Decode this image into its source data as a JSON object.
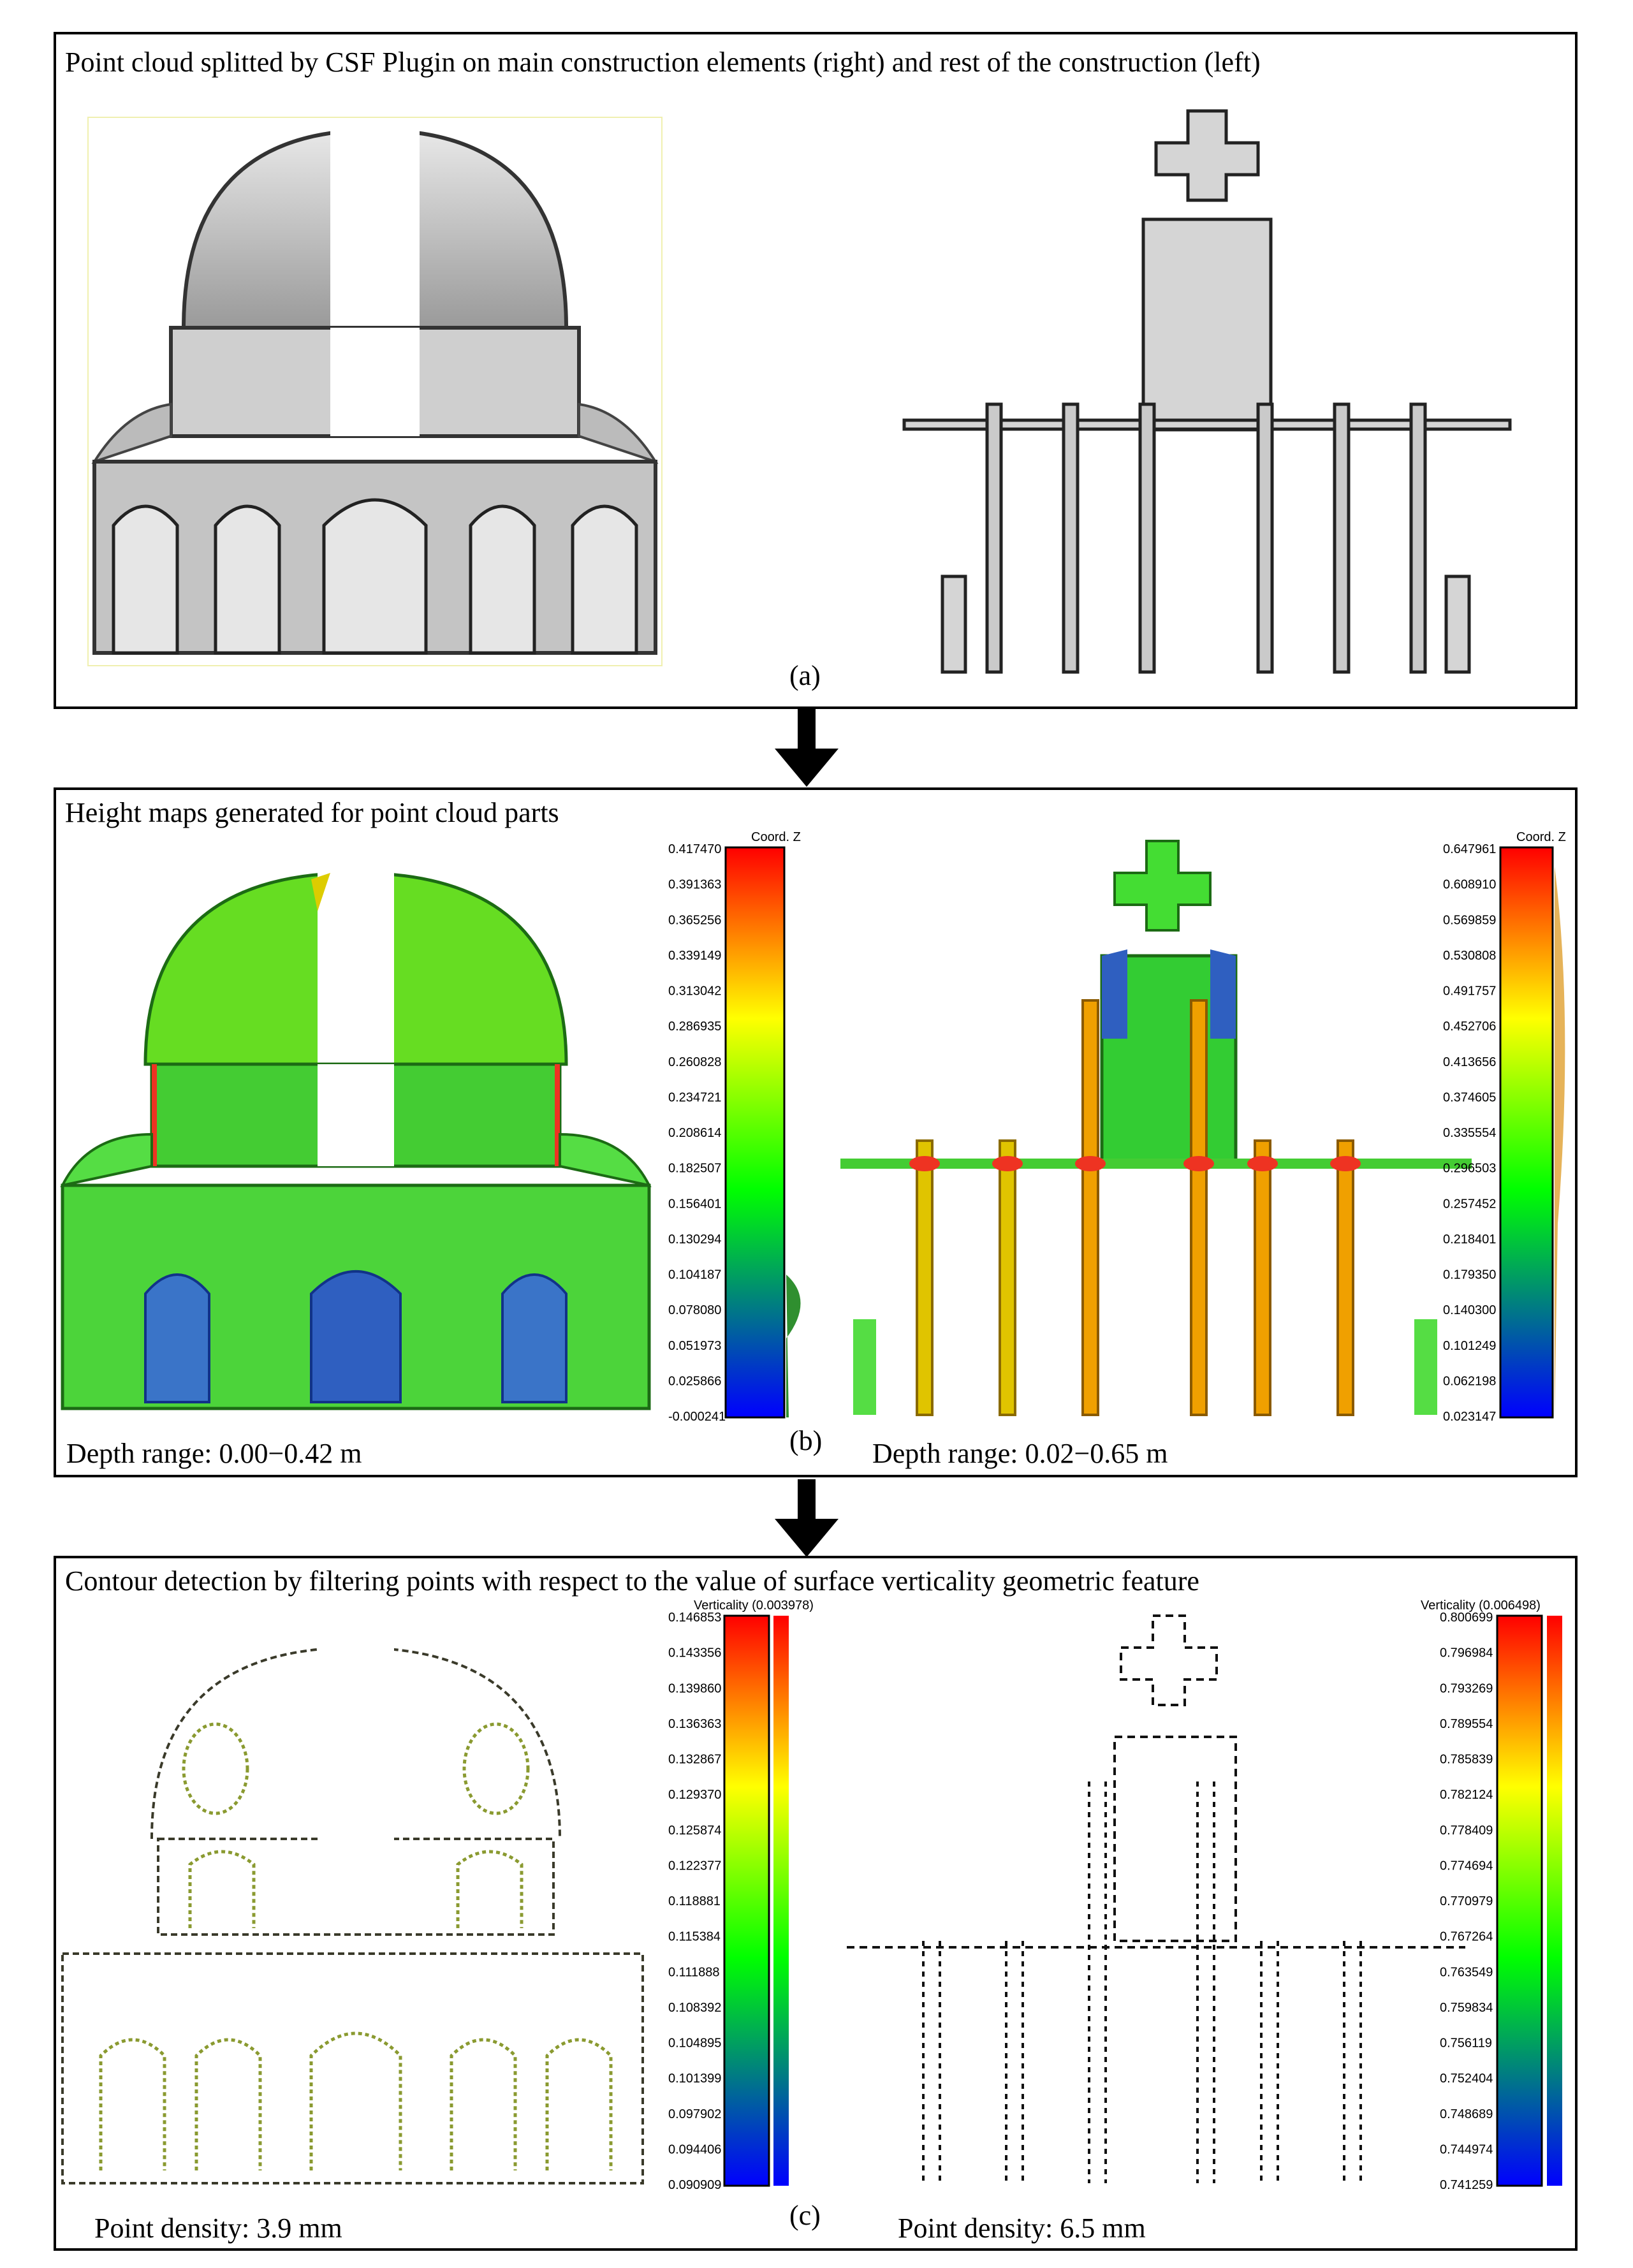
{
  "figure": {
    "panel_a": {
      "title": "Point cloud splitted by CSF Plugin on main construction elements (right) and rest of the construction (left)",
      "label": "(a)"
    },
    "panel_b": {
      "title": "Height maps generated for point cloud parts",
      "label": "(b)",
      "left_note": "Depth range: 0.00−0.42 m",
      "right_note": "Depth range: 0.02−0.65 m",
      "left_scale": {
        "title": "Coord. Z",
        "ticks": [
          "0.417470",
          "0.391363",
          "0.365256",
          "0.339149",
          "0.313042",
          "0.286935",
          "0.260828",
          "0.234721",
          "0.208614",
          "0.182507",
          "0.156401",
          "0.130294",
          "0.104187",
          "0.078080",
          "0.051973",
          "0.025866",
          "-0.000241"
        ]
      },
      "right_scale": {
        "title": "Coord. Z",
        "ticks": [
          "0.647961",
          "0.608910",
          "0.569859",
          "0.530808",
          "0.491757",
          "0.452706",
          "0.413656",
          "0.374605",
          "0.335554",
          "0.296503",
          "0.257452",
          "0.218401",
          "0.179350",
          "0.140300",
          "0.101249",
          "0.062198",
          "0.023147"
        ]
      }
    },
    "panel_c": {
      "title": "Contour detection by filtering points with respect to the value of surface verticality geometric feature",
      "label": "(c)",
      "left_note": "Point density: 3.9 mm",
      "right_note": "Point density: 6.5 mm",
      "left_scale": {
        "title": "Verticality (0.003978)",
        "ticks": [
          "0.146853",
          "0.143356",
          "0.139860",
          "0.136363",
          "0.132867",
          "0.129370",
          "0.125874",
          "0.122377",
          "0.118881",
          "0.115384",
          "0.111888",
          "0.108392",
          "0.104895",
          "0.101399",
          "0.097902",
          "0.094406",
          "0.090909"
        ]
      },
      "right_scale": {
        "title": "Verticality (0.006498)",
        "ticks": [
          "0.800699",
          "0.796984",
          "0.793269",
          "0.789554",
          "0.785839",
          "0.782124",
          "0.778409",
          "0.774694",
          "0.770979",
          "0.767264",
          "0.763549",
          "0.759834",
          "0.756119",
          "0.752404",
          "0.748689",
          "0.744974",
          "0.741259"
        ]
      }
    },
    "colors": {
      "scale_top": "#ff0000",
      "scale_upper": "#ffff00",
      "scale_mid": "#00ff00",
      "scale_bottom": "#0000ff"
    }
  }
}
